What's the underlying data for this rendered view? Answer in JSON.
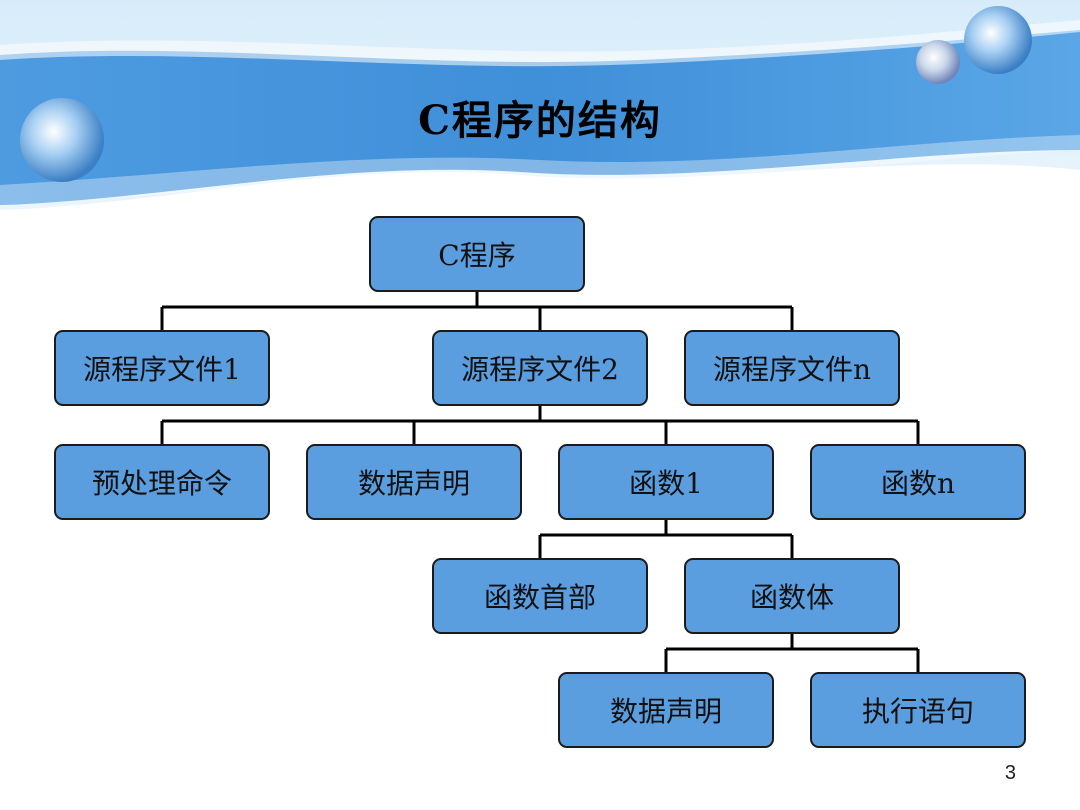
{
  "slide": {
    "title": "C程序的结构",
    "page_number": "3"
  },
  "tree": {
    "root": {
      "label": "C程序"
    },
    "source_files": [
      {
        "label": "源程序文件1"
      },
      {
        "label": "源程序文件2"
      },
      {
        "label": "源程序文件n"
      }
    ],
    "file_parts": [
      {
        "label": "预处理命令"
      },
      {
        "label": "数据声明"
      },
      {
        "label": "函数1"
      },
      {
        "label": "函数n"
      }
    ],
    "function_parts": [
      {
        "label": "函数首部"
      },
      {
        "label": "函数体"
      }
    ],
    "body_parts": [
      {
        "label": "数据声明"
      },
      {
        "label": "执行语句"
      }
    ]
  },
  "colors": {
    "node_fill": "#5b9ee0",
    "node_border": "#1b1b1b",
    "connector": "#000000",
    "banner_blue": "#3a8fd8"
  }
}
